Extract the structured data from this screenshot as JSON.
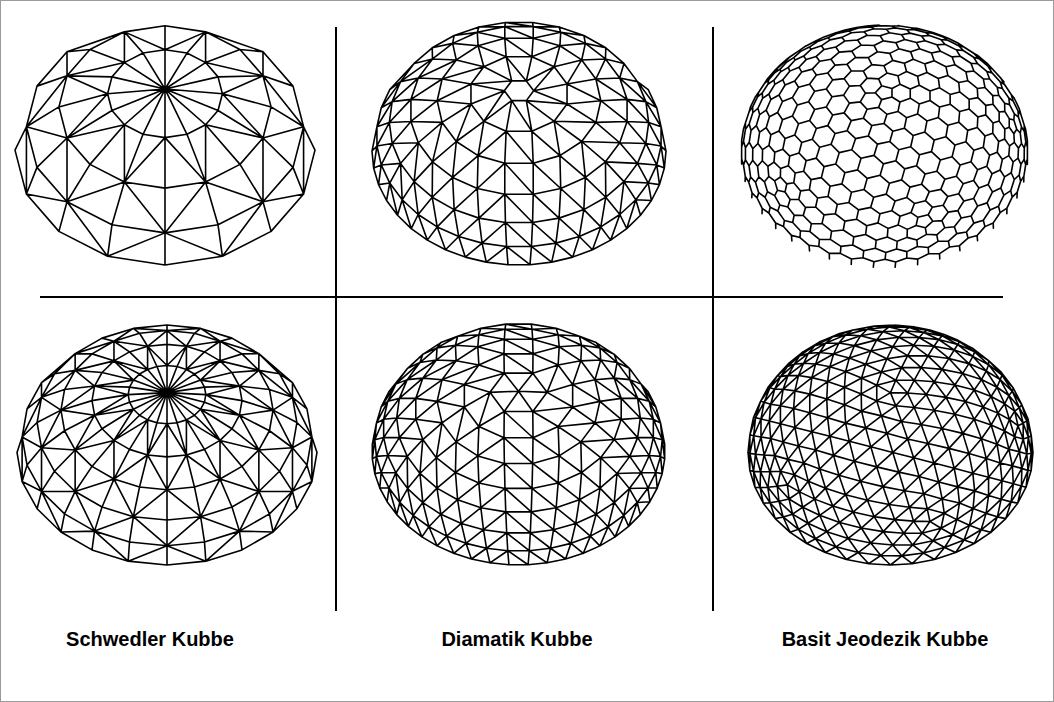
{
  "diagram": {
    "labels": [
      "Schwedler Kubbe",
      "Diamatik Kubbe",
      "Basit Jeodezik Kubbe"
    ]
  }
}
